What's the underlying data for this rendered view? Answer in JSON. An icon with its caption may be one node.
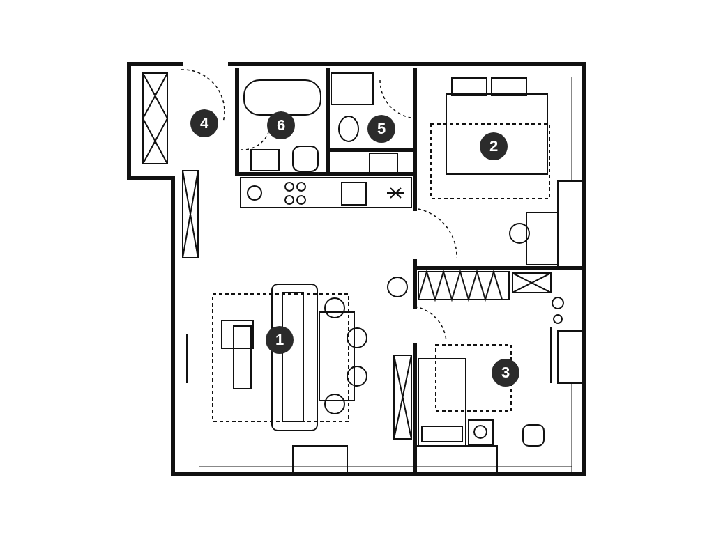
{
  "diagram": {
    "labels": [
      "4",
      "6",
      "5",
      "2",
      "1",
      "3"
    ]
  }
}
